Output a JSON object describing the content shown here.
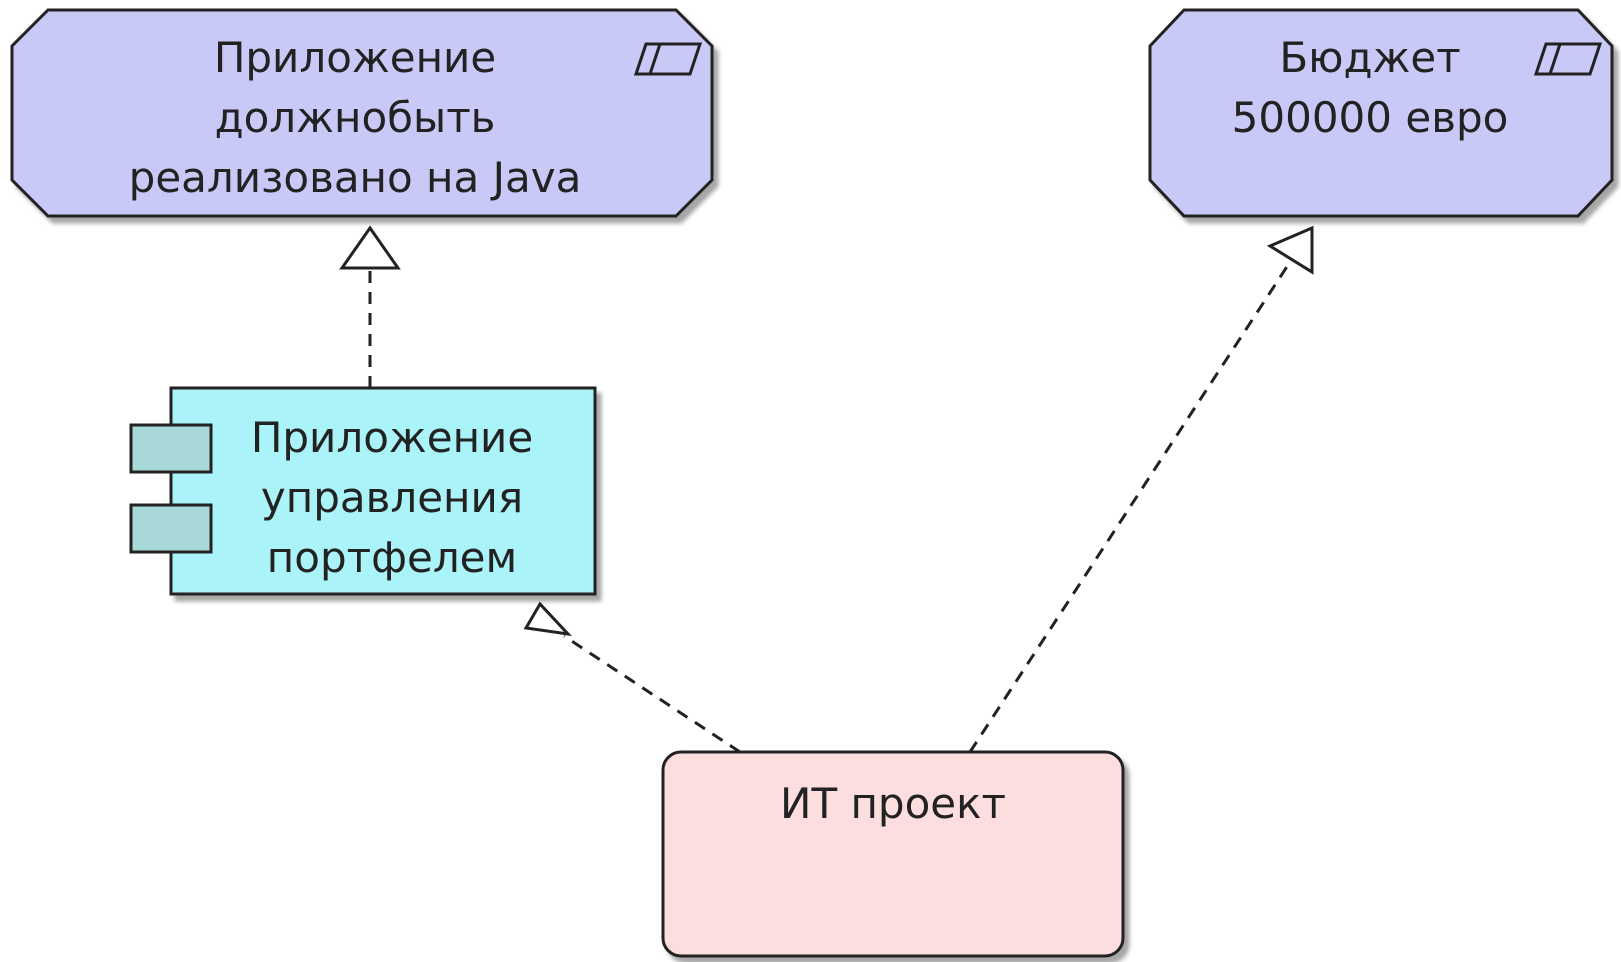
{
  "nodes": {
    "constraint_java": {
      "lines": [
        "Приложение",
        "должнобыть",
        "реализовано на Java"
      ],
      "fill": "#c9c9f7",
      "icon": "constraint-parallelogram-icon"
    },
    "constraint_budget": {
      "lines": [
        "Бюджет",
        "500000 евро"
      ],
      "fill": "#c9c9f7",
      "icon": "constraint-parallelogram-icon"
    },
    "app_component": {
      "lines": [
        "Приложение",
        "управления",
        "портфелем"
      ],
      "fill": "#aaf3f8",
      "port_fill": "#a9d8d8",
      "icon": "component-icon"
    },
    "it_project": {
      "lines": [
        "ИТ проект"
      ],
      "fill": "#fcdede",
      "icon": "work-package-icon"
    }
  },
  "relations": [
    {
      "from": "app_component",
      "to": "constraint_java",
      "type": "realization"
    },
    {
      "from": "it_project",
      "to": "app_component",
      "type": "realization"
    },
    {
      "from": "it_project",
      "to": "constraint_budget",
      "type": "realization"
    }
  ]
}
